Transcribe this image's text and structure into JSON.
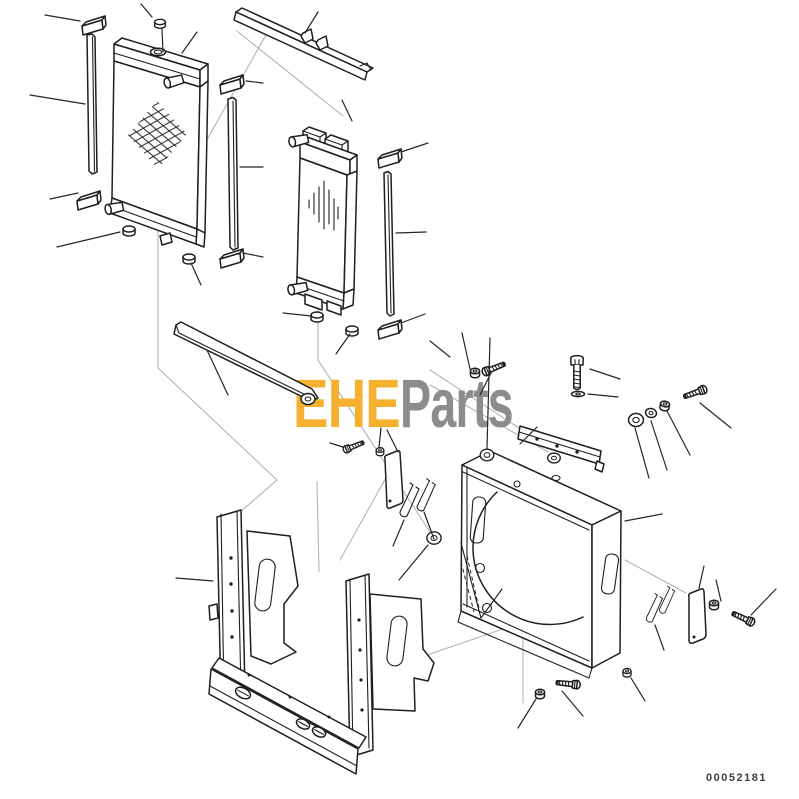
{
  "canvas": {
    "background": "#FFFFFF",
    "line_color": "#1F1F1F",
    "projection_line_color": "#B3B3B3"
  },
  "watermark": {
    "prefix": "EHE",
    "suffix": "Parts",
    "prefix_color": "#F5B02F",
    "suffix_color": "#8C8C8C"
  },
  "footer": {
    "part_number": "00052181"
  }
}
